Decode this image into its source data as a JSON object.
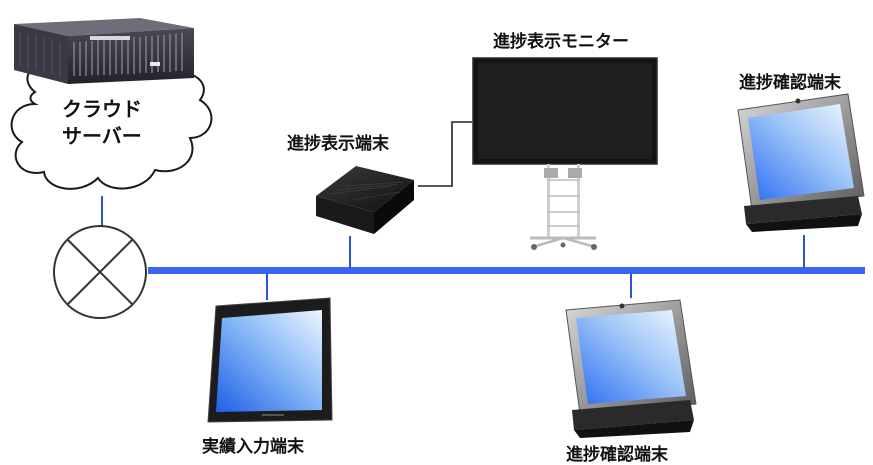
{
  "labels": {
    "cloud_line1": "クラウド",
    "cloud_line2": "サーバー",
    "progress_display_terminal": "進捗表示端末",
    "progress_display_monitor": "進捗表示モニター",
    "progress_check_terminal_top": "進捗確認端末",
    "results_input_terminal": "実績入力端末",
    "progress_check_terminal_bottom": "進捗確認端末"
  },
  "colors": {
    "network_line": "#3a64f0",
    "drop_line": "#2a54d8",
    "screen_gradient_start": "#2b6df2",
    "screen_gradient_end": "#eaf3ff"
  }
}
